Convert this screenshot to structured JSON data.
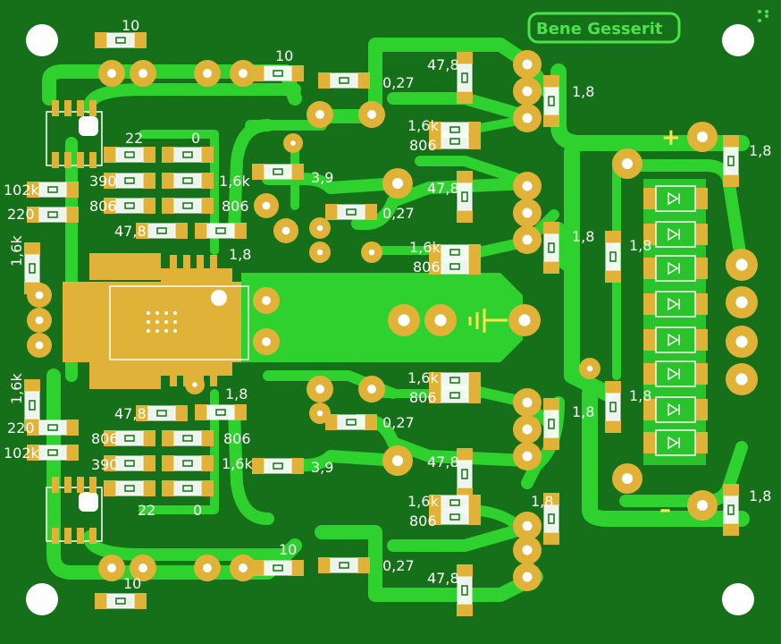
{
  "board": {
    "brand": "Bene Gesserit",
    "plus_symbol": "+",
    "minus_symbol": "–"
  },
  "labels": {
    "r_10_top_left": "10",
    "r_10_top_mid": "10",
    "r_027_1": "0,27",
    "r_478_1": "47,8",
    "r_18_1": "1,8",
    "r_16k_1": "1,6k",
    "r_806_1": "806",
    "r_18_2": "1,8",
    "r_22_top": "22",
    "r_0_top": "0",
    "r_102k_top": "102k",
    "r_220_top": "220",
    "r_390_top": "390",
    "r_806_top_a": "806",
    "r_16k_top_a": "1,6k",
    "r_806_top_b": "806",
    "r_39_top": "3,9",
    "r_027_2": "0,27",
    "r_478_2": "47,8",
    "r_478_top_c": "47,8",
    "r_18_top_c": "1,8",
    "r_16k_left_top": "1,6k",
    "r_16k_2": "1,6k",
    "r_806_2": "806",
    "r_18_3": "1,8",
    "r_18_4": "1,8",
    "r_16k_left_bot": "1,6k",
    "r_220_bot": "220",
    "r_102k_bot": "102k",
    "r_478_bot_c": "47,8",
    "r_18_bot_c": "1,8",
    "r_806_bot_a": "806",
    "r_806_bot_b": "806",
    "r_390_bot": "390",
    "r_16k_bot_a": "1,6k",
    "r_39_bot": "3,9",
    "r_22_bot": "22",
    "r_0_bot": "0",
    "r_16k_3": "1,6k",
    "r_806_3": "806",
    "r_027_3": "0,27",
    "r_18_5": "1,8",
    "r_18_6": "1,8",
    "r_478_3": "47,8",
    "r_18_7": "1,8",
    "r_16k_4": "1,6k",
    "r_806_4": "806",
    "r_10_bot_mid": "10",
    "r_027_4": "0,27",
    "r_478_4": "47,8",
    "r_10_bot_left": "10",
    "r_18_8": "1,8"
  },
  "colors": {
    "board": "#167019",
    "copper": "#2fd12f",
    "pad": "#e0b338",
    "silk": "#ffffff",
    "hole": "#ffffff"
  }
}
